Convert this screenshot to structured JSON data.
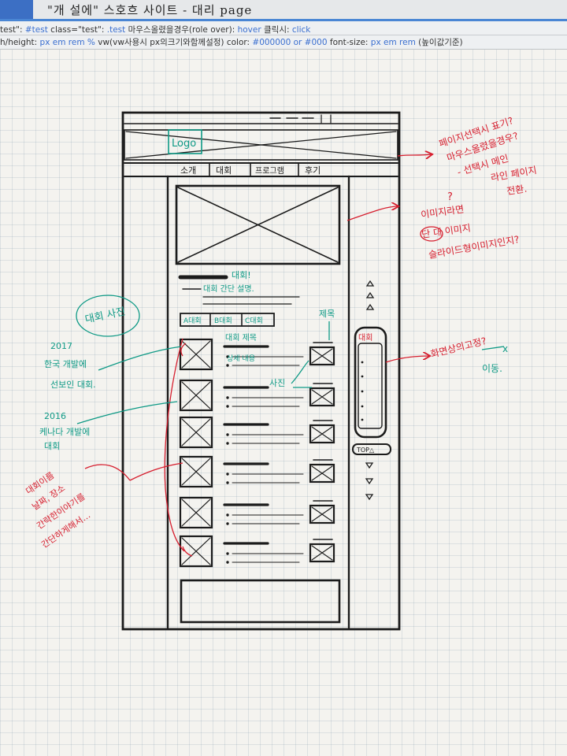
{
  "doc": {
    "title": "\"개 설에\" 스호흐 사이트 - 대리 page"
  },
  "legend": {
    "row1": [
      {
        "text": "test\": ",
        "style": "plain"
      },
      {
        "text": "#test",
        "style": "blue"
      },
      {
        "text": "   class=\"test\": ",
        "style": "plain"
      },
      {
        "text": ".test",
        "style": "blue"
      },
      {
        "text": "   마우스올렸을경우(role over): ",
        "style": "plain"
      },
      {
        "text": "hover",
        "style": "blue"
      },
      {
        "text": "   클릭시: ",
        "style": "plain"
      },
      {
        "text": "click",
        "style": "blue"
      }
    ],
    "row2": [
      {
        "text": "h/height: ",
        "style": "plain"
      },
      {
        "text": "px  em  rem  %",
        "style": "blue"
      },
      {
        "text": "  vw(vw사용시 px의크기와함께설정)   color: ",
        "style": "plain"
      },
      {
        "text": "#000000 or #000",
        "style": "blue"
      },
      {
        "text": "   font-size: ",
        "style": "plain"
      },
      {
        "text": "px  em  rem",
        "style": "blue"
      },
      {
        "text": " (높이값기준)",
        "style": "plain"
      }
    ]
  },
  "wireframe": {
    "logo": "Logo",
    "nav": [
      "소개",
      "대회",
      "프로그램",
      "후기"
    ],
    "banner_caption": "대회!",
    "banner_sub": "대회 간단 설명.",
    "tabs": [
      "A대회",
      "B대회",
      "C대회"
    ],
    "item_title": "대회 제목",
    "item_desc": "상세 내용",
    "side_title": "대회",
    "top_button": "TOP△"
  },
  "notes": {
    "red_top": [
      "페이지선택시 표기?",
      "마우스올렸을경우?",
      "- 선택시 메인",
      "라인 페이지",
      "전환."
    ],
    "red_image": [
      "이미지라면",
      "단 대 이미지",
      "슬라이드형이미지인지?"
    ],
    "image_q": "?",
    "red_side": "화면상의고정?",
    "green_move": "이동.",
    "green_x": "x",
    "green_circle": "대회 사진",
    "green_2017": [
      "2017",
      "한국 개발에",
      "선보인 대회."
    ],
    "green_2016": [
      "2016",
      "케나다 개발에",
      "대회"
    ],
    "green_photo": "사진",
    "green_label": "제목",
    "red_left": [
      "대회이름",
      "날짜, 장소",
      "간략한이야기를",
      "간단하게해서…"
    ]
  },
  "colors": {
    "ink": "#1b1b1b",
    "red": "#d61e2e",
    "green": "#0f9a86",
    "blue": "#3a6fd0"
  }
}
